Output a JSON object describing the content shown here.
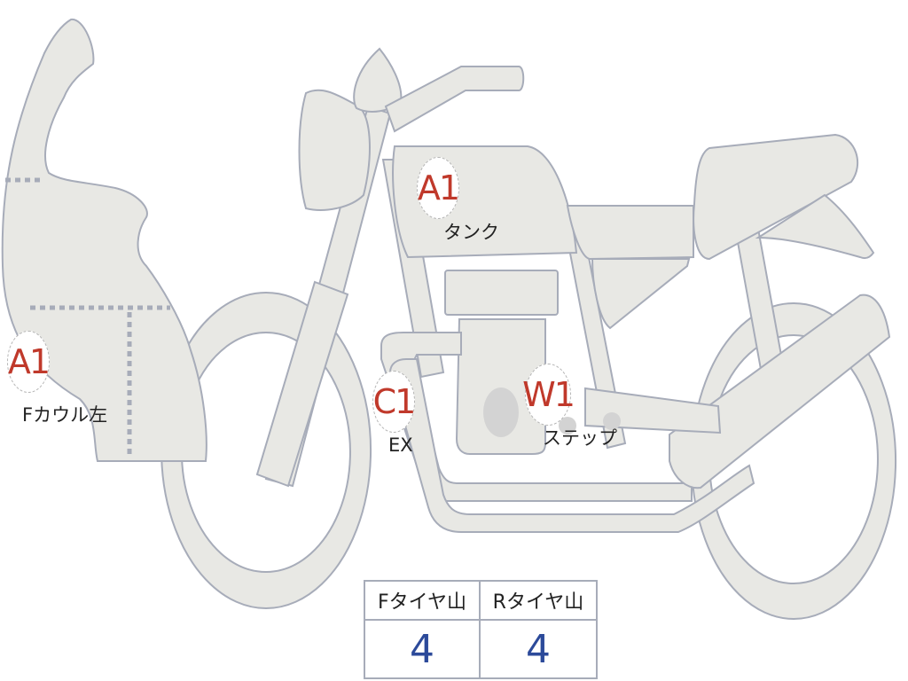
{
  "diagram": {
    "subject": "motorcycle-damage-map",
    "colors": {
      "part_fill": "#e8e8e4",
      "part_stroke": "#a7acb9",
      "marker_text": "#c0392b",
      "value_text": "#2c4a9a"
    }
  },
  "markers": [
    {
      "code": "A1",
      "label": "タンク"
    },
    {
      "code": "A1",
      "label": "Fカウル左"
    },
    {
      "code": "C1",
      "label": "EX"
    },
    {
      "code": "W1",
      "label": "ステップ"
    }
  ],
  "tread_table": {
    "headers": [
      "Fタイヤ山",
      "Rタイヤ山"
    ],
    "values": [
      "4",
      "4"
    ]
  }
}
